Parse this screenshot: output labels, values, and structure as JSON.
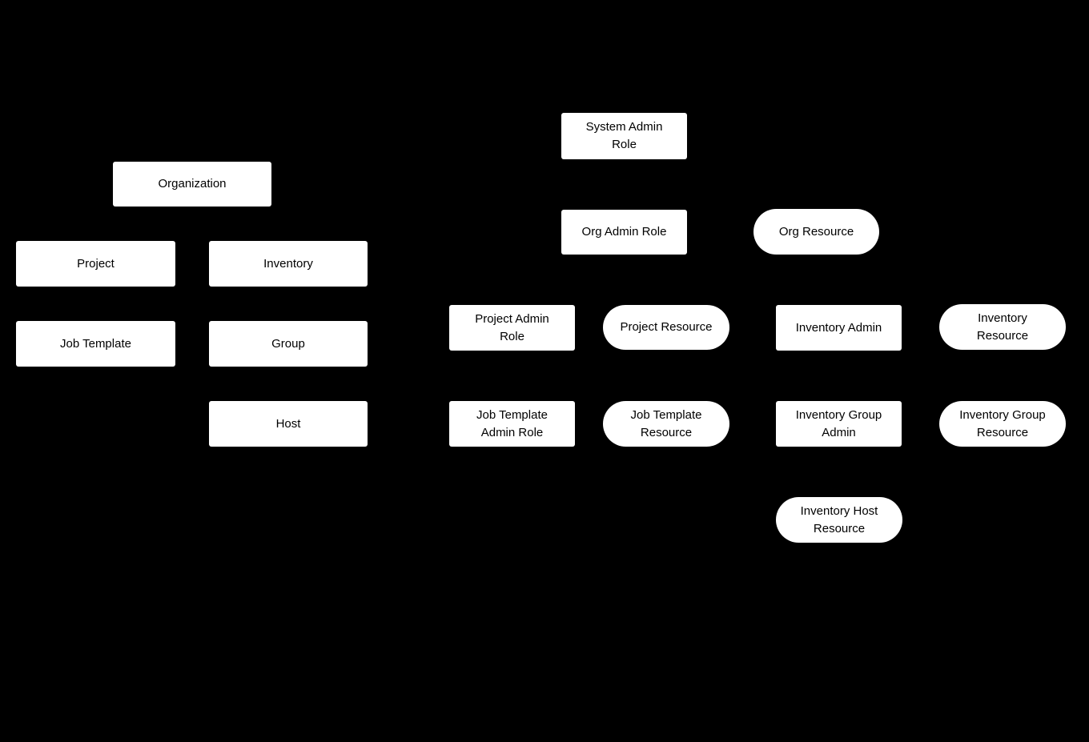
{
  "diagram": {
    "title": "RBAC roles and resources diagram",
    "background_color": "#000000",
    "node_fill_color": "#ffffff",
    "node_text_color": "#000000"
  },
  "nodes": [
    {
      "id": "organization",
      "label": "Organization",
      "shape": "rect"
    },
    {
      "id": "project",
      "label": "Project",
      "shape": "rect"
    },
    {
      "id": "inventory",
      "label": "Inventory",
      "shape": "rect"
    },
    {
      "id": "job-template",
      "label": "Job Template",
      "shape": "rect"
    },
    {
      "id": "group",
      "label": "Group",
      "shape": "rect"
    },
    {
      "id": "host",
      "label": "Host",
      "shape": "rect"
    },
    {
      "id": "system-admin-role",
      "label": "System Admin\nRole",
      "shape": "rect"
    },
    {
      "id": "org-admin-role",
      "label": "Org Admin Role",
      "shape": "rect"
    },
    {
      "id": "org-resource",
      "label": "Org Resource",
      "shape": "pill"
    },
    {
      "id": "project-admin-role",
      "label": "Project Admin\nRole",
      "shape": "rect"
    },
    {
      "id": "project-resource",
      "label": "Project Resource",
      "shape": "pill"
    },
    {
      "id": "inventory-admin",
      "label": "Inventory Admin",
      "shape": "rect"
    },
    {
      "id": "inventory-resource",
      "label": "Inventory\nResource",
      "shape": "pill"
    },
    {
      "id": "job-template-admin-role",
      "label": "Job Template\nAdmin Role",
      "shape": "rect"
    },
    {
      "id": "job-template-resource",
      "label": "Job Template\nResource",
      "shape": "pill"
    },
    {
      "id": "inventory-group-admin",
      "label": "Inventory Group\nAdmin",
      "shape": "rect"
    },
    {
      "id": "inventory-group-resource",
      "label": "Inventory Group\nResource",
      "shape": "pill"
    },
    {
      "id": "inventory-host-resource",
      "label": "Inventory Host\nResource",
      "shape": "pill"
    }
  ]
}
